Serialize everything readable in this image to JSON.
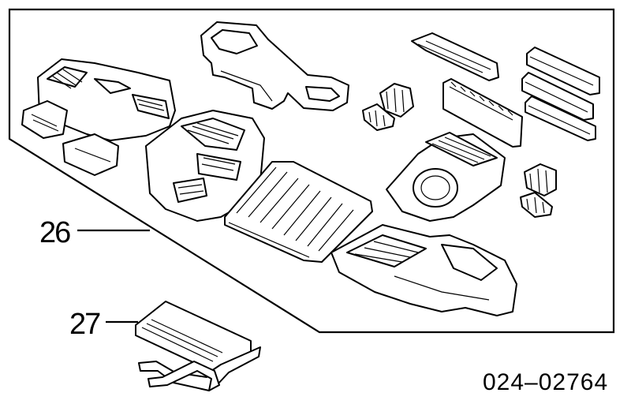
{
  "callouts": {
    "assembly_label": "26",
    "core_label": "27"
  },
  "catalog_number": "024–02764",
  "colors": {
    "ink": "#000000",
    "paper": "#ffffff"
  }
}
